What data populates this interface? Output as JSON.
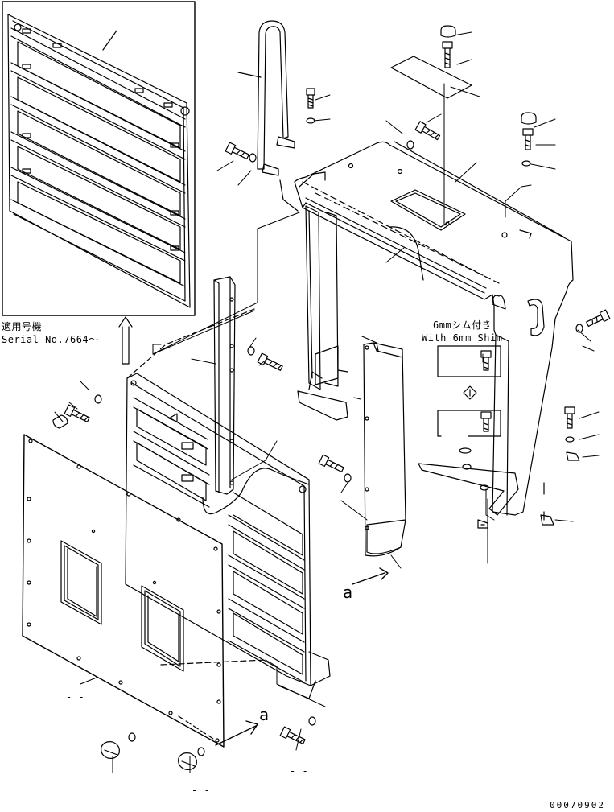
{
  "notes": {
    "serial_ja": "適用号機",
    "serial_en": "Serial No.7664～",
    "shim_ja": "6mmシム付き",
    "shim_en": "With 6mm Shim"
  },
  "view_markers": {
    "a_upper": "a",
    "a_lower": "a"
  },
  "callouts": [
    {
      "id": "panel-left",
      "text": "- -"
    },
    {
      "id": "cap-left",
      "text": "- -"
    },
    {
      "id": "cap-mid",
      "text": "- -"
    },
    {
      "id": "bolt-bottom",
      "text": "- -"
    }
  ],
  "document_id": "00070902"
}
